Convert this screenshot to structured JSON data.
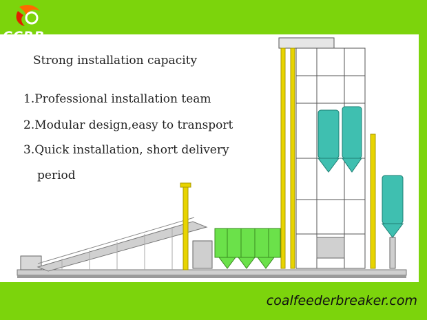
{
  "logo": {
    "text": "CCRB",
    "icon": "flame-gear-logo"
  },
  "heading": "Strong installation capacity",
  "features": [
    "1.Professional installation team",
    "2.Modular design,easy to transport",
    "3.Quick installation, short delivery",
    "period"
  ],
  "website": "coalfeederbreaker.com",
  "colors": {
    "accent": "#7cd40c",
    "steel": "#e8d400",
    "tank": "#3fbfb0",
    "collector": "#6be14a"
  }
}
